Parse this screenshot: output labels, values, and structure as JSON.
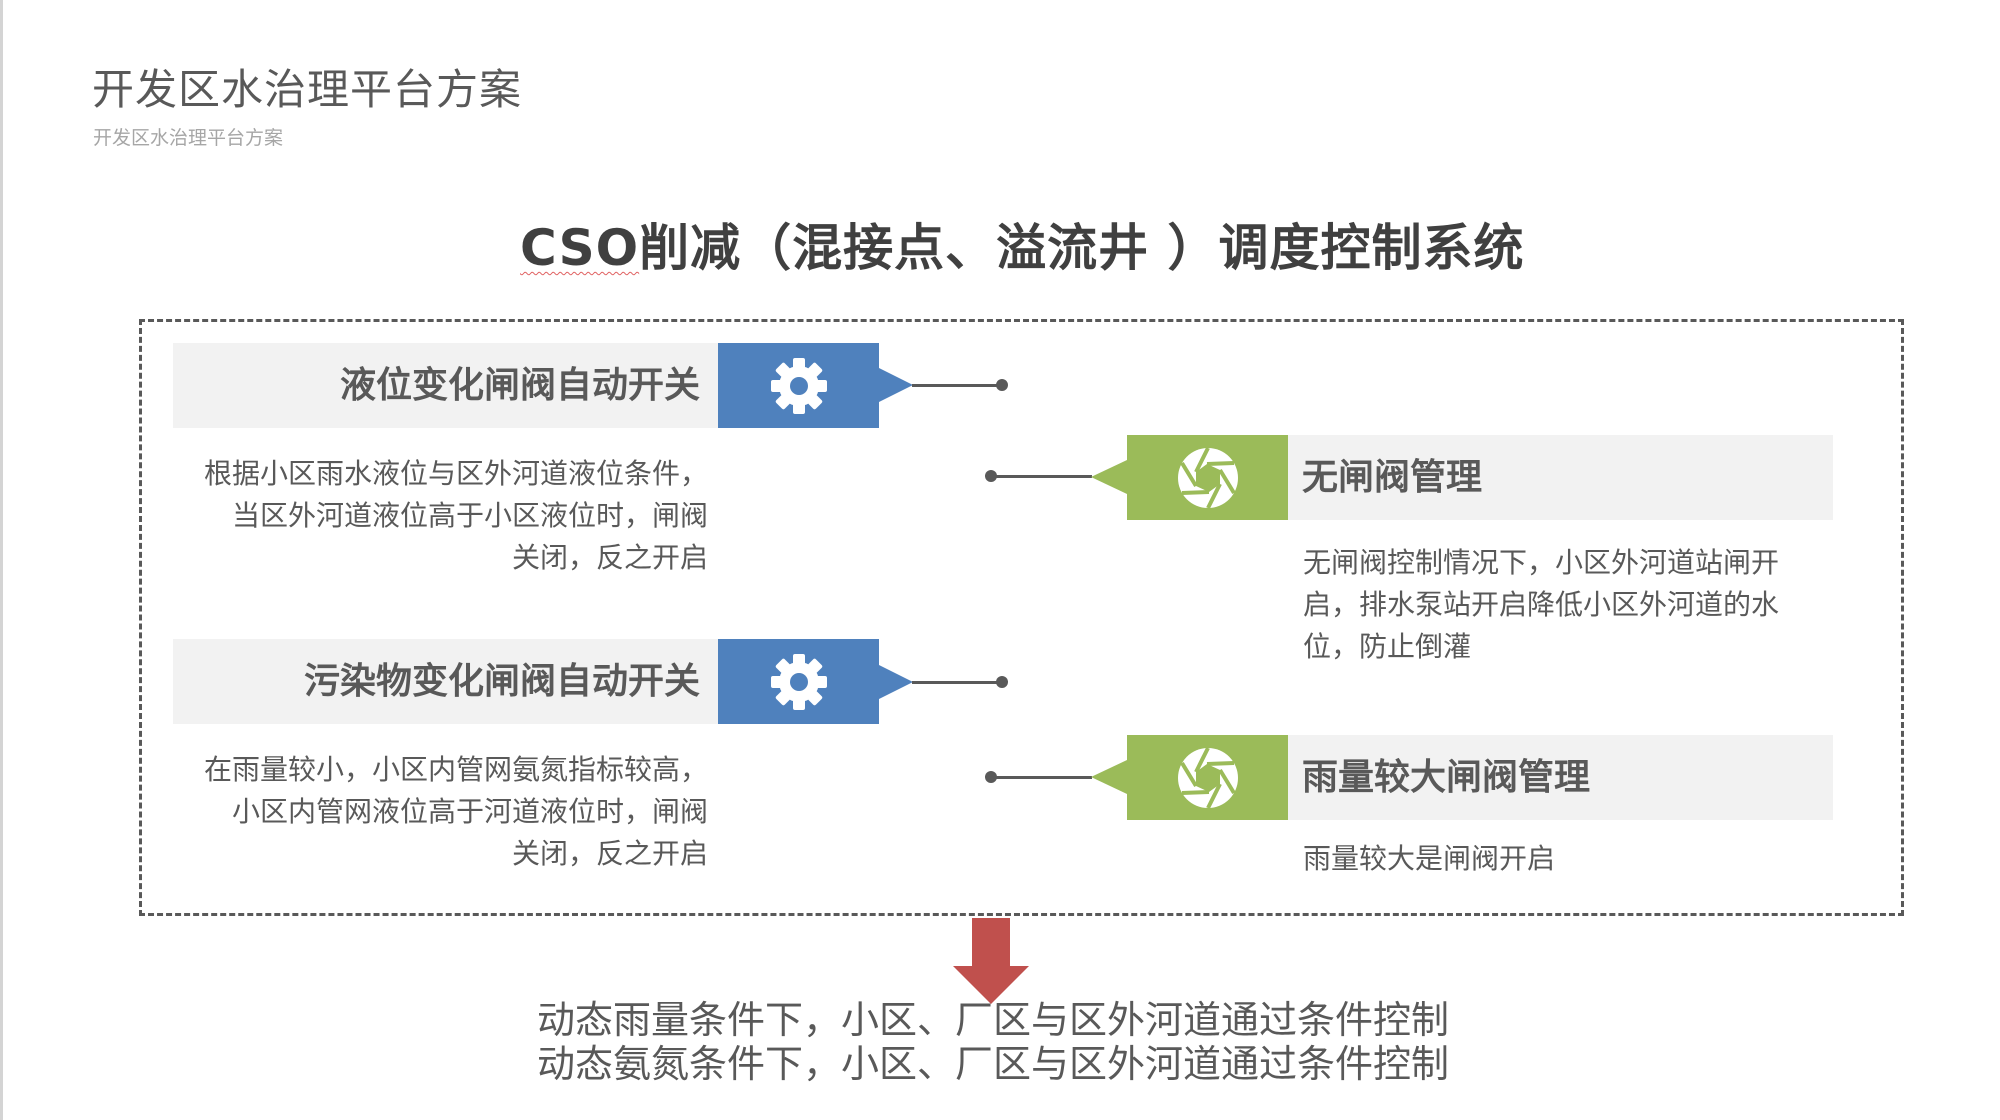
{
  "header": {
    "title": "开发区水治理平台方案",
    "subtitle": "开发区水治理平台方案"
  },
  "main_title": {
    "abbr": "CSO",
    "rest": "削减（混接点、溢流井 ）调度控制系统"
  },
  "left_blocks": [
    {
      "title": "液位变化闸阀自动开关",
      "icon": "gear-icon",
      "description": [
        "根据小区雨水液位与区外河道液位条件，",
        "当区外河道液位高于小区液位时，闸阀",
        "关闭，反之开启"
      ]
    },
    {
      "title": "污染物变化闸阀自动开关",
      "icon": "gear-icon",
      "description": [
        "在雨量较小，小区内管网氨氮指标较高，",
        "小区内管网液位高于河道液位时，闸阀",
        "关闭，反之开启"
      ]
    }
  ],
  "right_blocks": [
    {
      "title": "无闸阀管理",
      "icon": "aperture-icon",
      "description": [
        "无闸阀控制情况下，小区外河道站闸开",
        "启，排水泵站开启降低小区外河道的水",
        "位，防止倒灌"
      ]
    },
    {
      "title": "雨量较大闸阀管理",
      "icon": "aperture-icon",
      "description": [
        "雨量较大是闸阀开启"
      ]
    }
  ],
  "footer": {
    "lines": [
      "动态雨量条件下，小区、厂区与区外河道通过条件控制",
      "动态氨氮条件下，小区、厂区与区外河道通过条件控制"
    ]
  },
  "colors": {
    "blue_accent": "#4f81bd",
    "green_accent": "#9bbb59",
    "arrow_red": "#c0504d",
    "bar_gray": "#f2f2f2",
    "text_dark": "#595959"
  }
}
